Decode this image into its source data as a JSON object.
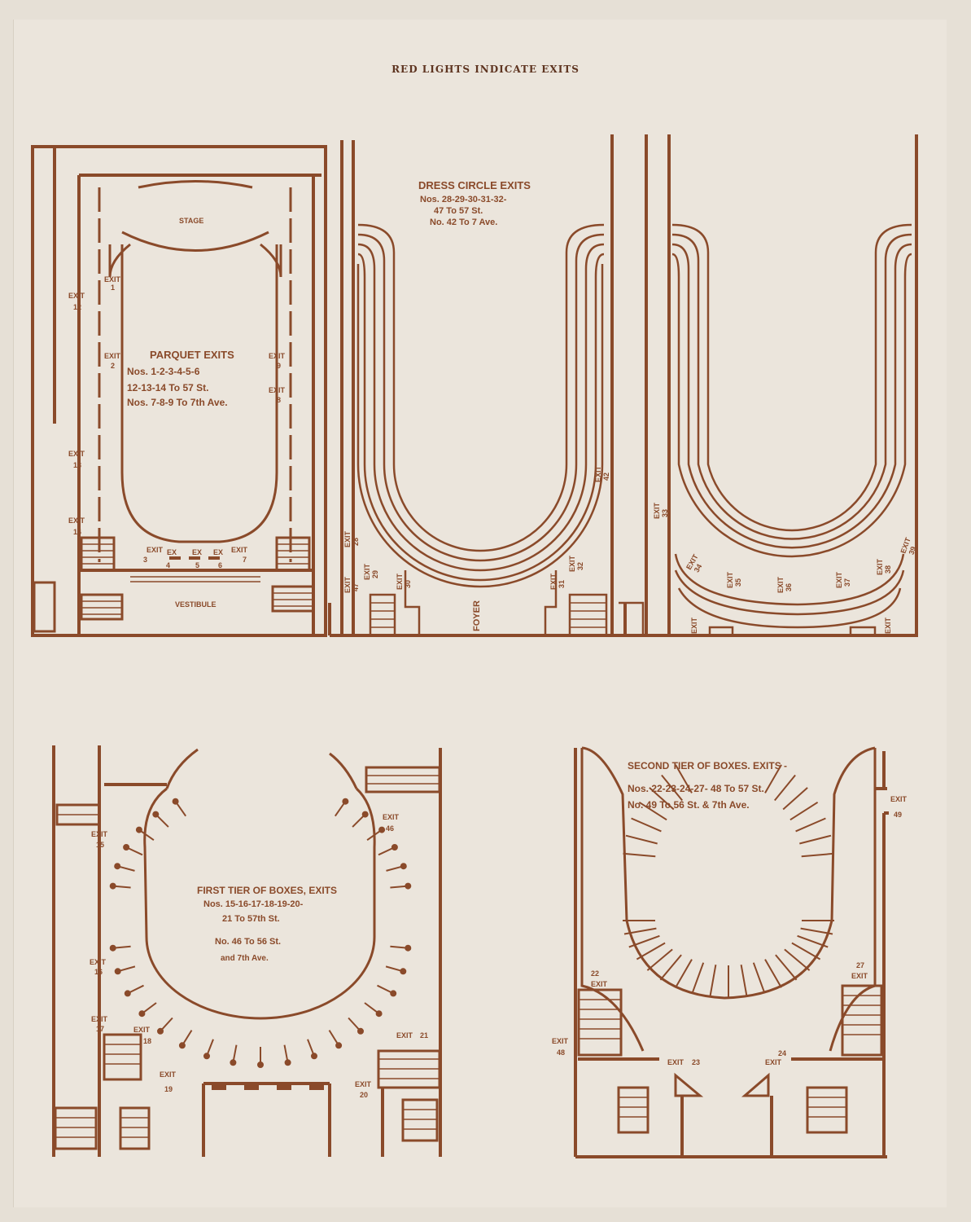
{
  "title": "RED LIGHTS INDICATE EXITS",
  "colors": {
    "ink": "#8a4a2a",
    "paper": "#ebe5dc",
    "background": "#e6e0d6"
  },
  "parquet": {
    "stage": "STAGE",
    "vestibule": "VESTIBULE",
    "heading": "PARQUET EXITS",
    "line1": "Nos. 1-2-3-4-5-6",
    "line2": "12-13-14 To 57 St.",
    "line3": "Nos. 7-8-9 To 7th Ave.",
    "exits": [
      {
        "label": "EXIT",
        "num": "1"
      },
      {
        "label": "EXIT",
        "num": "2"
      },
      {
        "label": "EXIT",
        "num": "9"
      },
      {
        "label": "EXIT",
        "num": "8"
      },
      {
        "label": "EXIT",
        "num": "12"
      },
      {
        "label": "EXIT",
        "num": "13"
      },
      {
        "label": "EXIT",
        "num": "14"
      },
      {
        "label": "EXIT",
        "num": "3"
      },
      {
        "label": "EX",
        "num": "4"
      },
      {
        "label": "EX",
        "num": "5"
      },
      {
        "label": "EX",
        "num": "6"
      },
      {
        "label": "EXIT",
        "num": "7"
      }
    ]
  },
  "dress_circle": {
    "heading": "DRESS CIRCLE EXITS",
    "line1": "Nos. 28-29-30-31-32-",
    "line2": "47 To 57 St.",
    "line3": "No. 42 To 7 Ave.",
    "foyer": "FOYER",
    "exits": [
      {
        "label": "EXIT",
        "num": "28"
      },
      {
        "label": "EXIT",
        "num": "47"
      },
      {
        "label": "EXIT",
        "num": "29"
      },
      {
        "label": "EXIT",
        "num": "30"
      },
      {
        "label": "EXIT",
        "num": "31"
      },
      {
        "label": "EXIT",
        "num": "32"
      },
      {
        "label": "EXIT",
        "num": "42"
      },
      {
        "label": "EXIT",
        "num": "33"
      },
      {
        "label": "EXIT",
        "num": "34"
      },
      {
        "label": "EXIT",
        "num": "35"
      },
      {
        "label": "EXIT",
        "num": "36"
      },
      {
        "label": "EXIT",
        "num": "37"
      },
      {
        "label": "EXIT",
        "num": "38"
      },
      {
        "label": "EXIT",
        "num": "39"
      },
      {
        "label": "EXIT",
        "num": ""
      },
      {
        "label": "EXIT",
        "num": ""
      }
    ]
  },
  "first_tier": {
    "heading": "FIRST TIER OF BOXES, EXITS",
    "line1": "Nos. 15-16-17-18-19-20-",
    "line2": "21 To 57th St.",
    "line3": "No. 46 To 56 St.",
    "line4": "and 7th Ave.",
    "exits": [
      {
        "label": "EXIT",
        "num": "15"
      },
      {
        "label": "EXIT",
        "num": "16"
      },
      {
        "label": "EXIT",
        "num": "17"
      },
      {
        "label": "EXIT",
        "num": "18"
      },
      {
        "label": "EXIT",
        "num": "19"
      },
      {
        "label": "EXIT",
        "num": "46"
      },
      {
        "label": "EXIT",
        "num": "21"
      },
      {
        "label": "EXIT",
        "num": "20"
      }
    ]
  },
  "second_tier": {
    "heading": "SECOND TIER OF BOXES. EXITS -",
    "line1": "Nos. 22-23-24-27- 48 To 57 St.",
    "line2": "No. 49 To 56 St. & 7th Ave.",
    "exits": [
      {
        "label": "EXIT",
        "num": "49"
      },
      {
        "label": "EXIT",
        "num": "22"
      },
      {
        "label": "EXIT",
        "num": "27"
      },
      {
        "label": "EXIT",
        "num": "48"
      },
      {
        "label": "EXIT",
        "num": "23"
      },
      {
        "label": "EXIT",
        "num": "24"
      }
    ]
  }
}
